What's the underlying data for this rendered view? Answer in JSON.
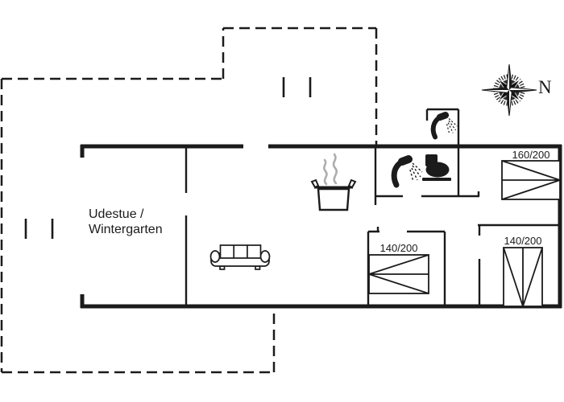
{
  "floorplan": {
    "rooms": {
      "sunroom": {
        "label_line1": "Udestue /",
        "label_line2": "Wintergarten"
      }
    },
    "beds": {
      "bed_top_right": {
        "size_label": "160/200"
      },
      "bed_middle_bottom": {
        "size_label": "140/200"
      },
      "bed_bottom_right": {
        "size_label": "140/200"
      }
    },
    "compass": {
      "north_label": "N"
    },
    "icons": {
      "annex_shower": "shower-icon",
      "bathroom_shower": "shower-icon",
      "bathroom_toilet": "toilet-icon",
      "living_room_sofa": "sofa-icon",
      "kitchen_pot": "cooking-pot-icon",
      "kitchen_steam": "steam-icon",
      "north_compass": "compass-rose-icon",
      "terrace_markers": "window-mark-icon"
    },
    "colors": {
      "line": "#1b1b1b",
      "steam": "#adadad",
      "background": "#ffffff"
    }
  }
}
